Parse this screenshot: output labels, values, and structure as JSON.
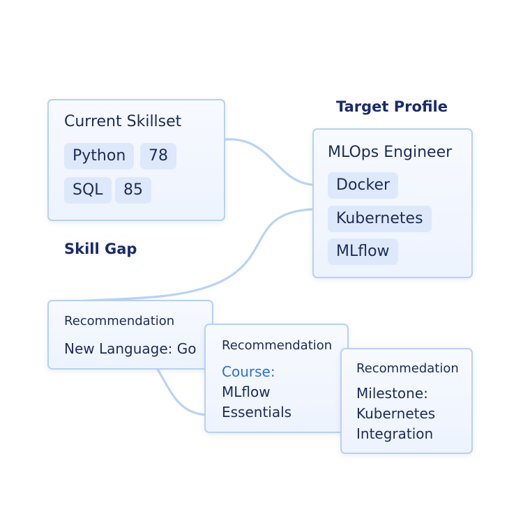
{
  "current": {
    "title": "Current Skillset",
    "skills": [
      {
        "name": "Python",
        "score": "78"
      },
      {
        "name": "SQL",
        "score": "85"
      }
    ]
  },
  "target": {
    "heading": "Target Profile",
    "role": "MLOps Engineer",
    "skills": [
      "Docker",
      "Kubernetes",
      "MLflow"
    ]
  },
  "gap": {
    "heading": "Skill Gap"
  },
  "recommendations": [
    {
      "label": "Recommendation",
      "text": "New Language: Go"
    },
    {
      "label": "Recommendation",
      "accent": "Course:",
      "lines": [
        "MLflow",
        "Essentials"
      ]
    },
    {
      "label": "Recommedation",
      "lines": [
        "Milestone:",
        "Kubernetes",
        "Integration"
      ]
    }
  ],
  "colors": {
    "card_border": "#b8d0f2",
    "chip_bg": "#dde9fa",
    "connector": "#b9d3f7",
    "heading": "#1a2b6b",
    "accent": "#2d6fd6"
  }
}
